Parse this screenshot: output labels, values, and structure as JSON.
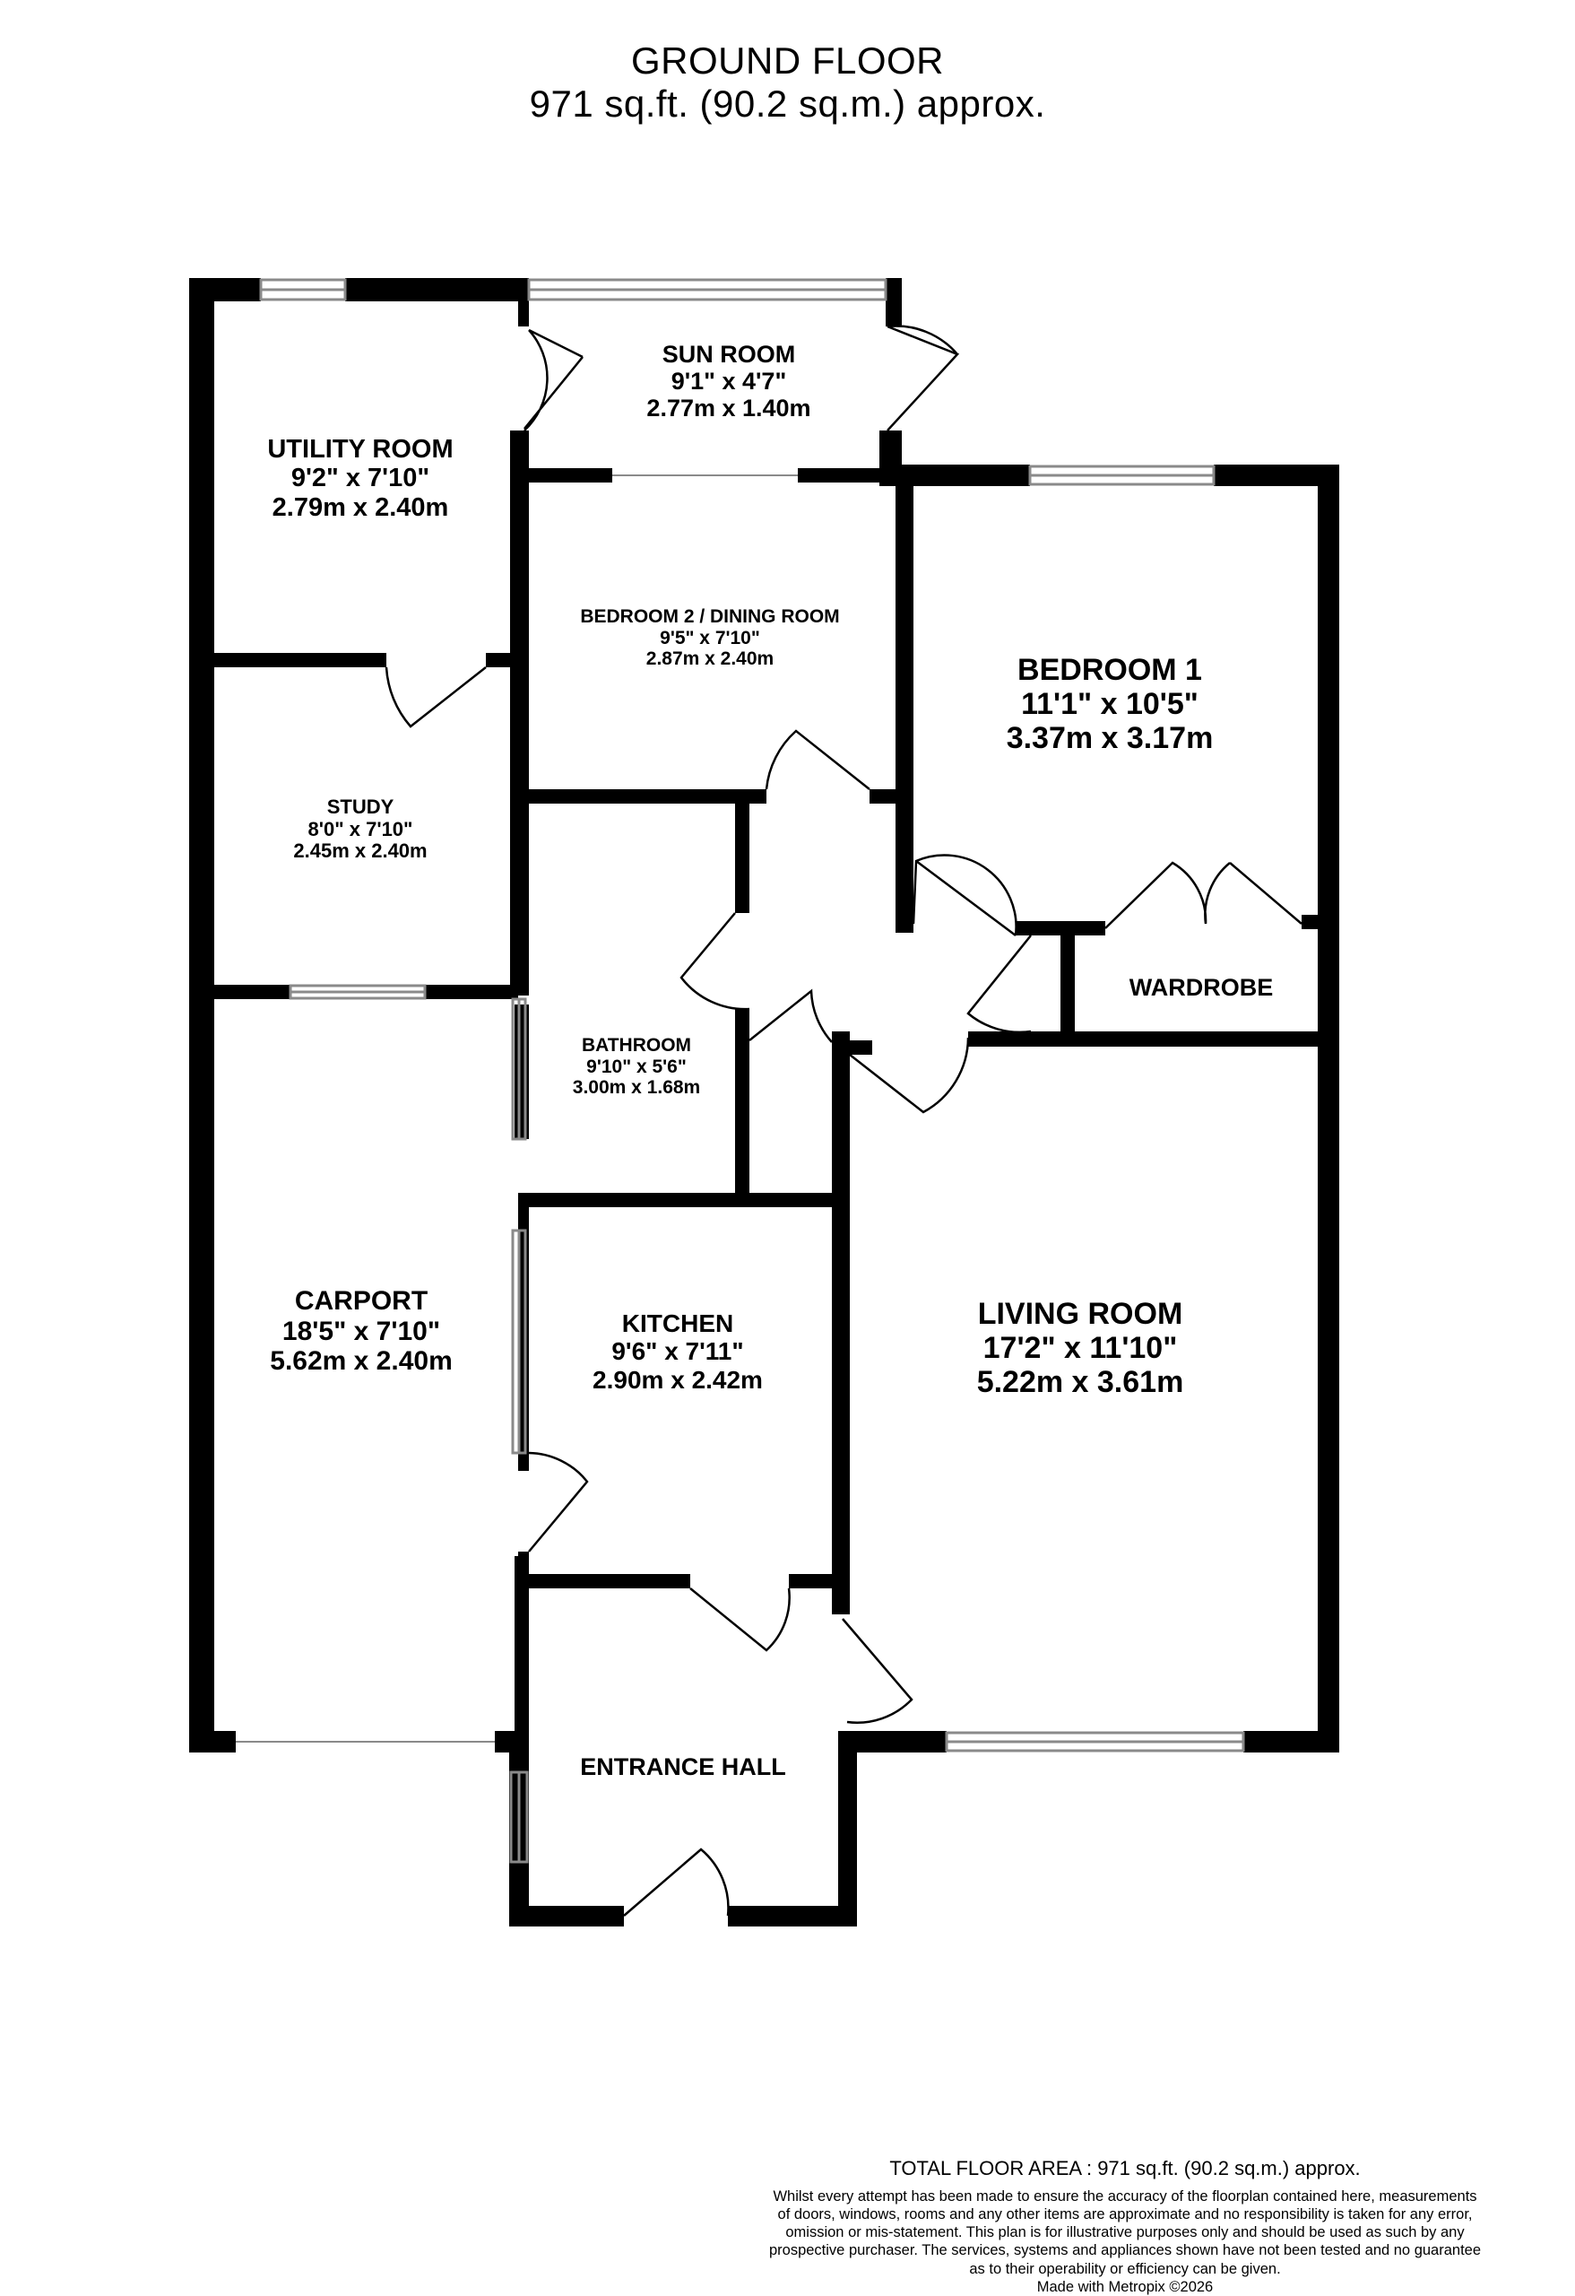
{
  "header": {
    "title": "GROUND FLOOR",
    "area": "971 sq.ft. (90.2 sq.m.) approx."
  },
  "rooms": {
    "sun_room": {
      "name": "SUN ROOM",
      "imperial": "9'1\"  x 4'7\"",
      "metric": "2.77m  x 1.40m"
    },
    "utility_room": {
      "name": "UTILITY ROOM",
      "imperial": "9'2\"  x 7'10\"",
      "metric": "2.79m  x 2.40m"
    },
    "bedroom_2": {
      "name": "BEDROOM 2 / DINING ROOM",
      "imperial": "9'5\"  x 7'10\"",
      "metric": "2.87m  x 2.40m"
    },
    "bedroom_1": {
      "name": "BEDROOM 1",
      "imperial": "11'1\"  x 10'5\"",
      "metric": "3.37m  x 3.17m"
    },
    "study": {
      "name": "STUDY",
      "imperial": "8'0\"  x 7'10\"",
      "metric": "2.45m  x 2.40m"
    },
    "wardrobe": {
      "name": "WARDROBE"
    },
    "bathroom": {
      "name": "BATHROOM",
      "imperial": "9'10\"  x 5'6\"",
      "metric": "3.00m  x 1.68m"
    },
    "carport": {
      "name": "CARPORT",
      "imperial": "18'5\"  x 7'10\"",
      "metric": "5.62m  x 2.40m"
    },
    "kitchen": {
      "name": "KITCHEN",
      "imperial": "9'6\"  x 7'11\"",
      "metric": "2.90m  x 2.42m"
    },
    "living_room": {
      "name": "LIVING ROOM",
      "imperial": "17'2\"  x 11'10\"",
      "metric": "5.22m  x 3.61m"
    },
    "entrance_hall": {
      "name": "ENTRANCE HALL"
    }
  },
  "footer": {
    "total": "TOTAL FLOOR AREA : 971 sq.ft. (90.2 sq.m.) approx.",
    "disclaimer": [
      "Whilst every attempt has been made to ensure the accuracy of the floorplan contained here, measurements",
      "of doors, windows, rooms and any other items are approximate and no responsibility is taken for any error,",
      "omission or mis-statement. This plan is for illustrative purposes only and should be used as such by any",
      "prospective purchaser. The services, systems and appliances shown have not been tested and no guarantee",
      "as to their operability or efficiency can be given."
    ],
    "made_with": "Made with Metropix ©2026"
  },
  "colors": {
    "wall": "#000000",
    "window": "#999999",
    "background": "#ffffff"
  }
}
